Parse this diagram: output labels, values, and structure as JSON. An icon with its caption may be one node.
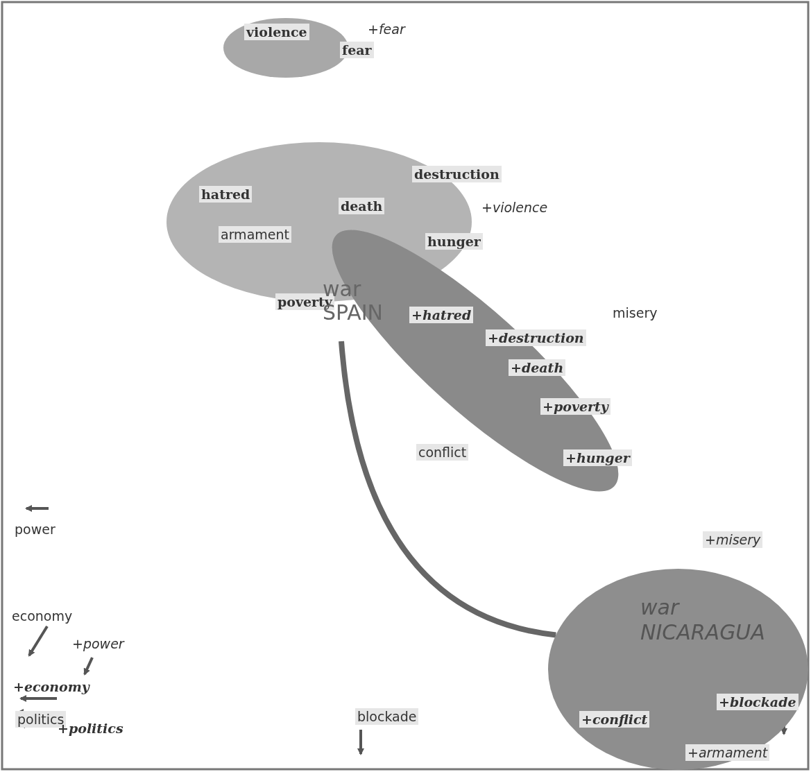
{
  "diagram": {
    "nodes": [
      {
        "text": [
          "violence",
          "fear"
        ]
      },
      {
        "text": [
          "hatred",
          "armament",
          "death",
          "hunger",
          "poverty"
        ]
      },
      {
        "text": [
          "+hatred",
          "+destruction",
          "+death",
          "+poverty",
          "+hunger"
        ]
      },
      {
        "text": [
          "war SPAIN"
        ]
      },
      {
        "text": [
          "war NICARAGUA",
          "+conflict",
          "+blockade",
          "+armament"
        ]
      }
    ],
    "edges": [
      {
        "from": 3,
        "to": 4,
        "arrow": "none"
      }
    ],
    "labels": [
      "+fear",
      "destruction",
      "+violence",
      "misery",
      "conflict",
      "power",
      "+misery",
      "economy",
      "+power",
      "+economy",
      "politics",
      "blockade",
      "+politics"
    ]
  }
}
